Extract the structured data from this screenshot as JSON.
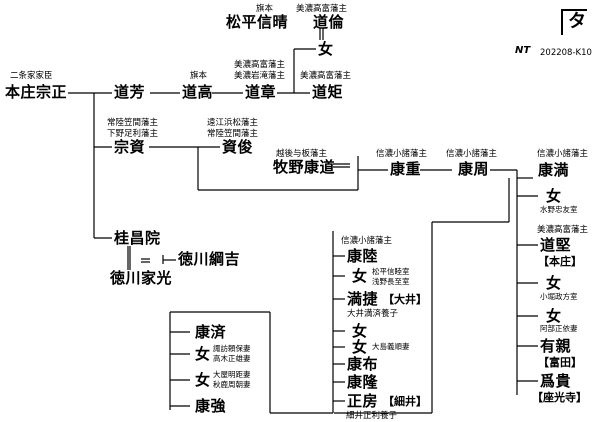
{
  "header": {
    "logo_glyph": "タ",
    "signature": "NT",
    "code": "202208-K10"
  },
  "nodes": {
    "honjo_munemasa": {
      "note": "二条家家臣",
      "name": "本庄宗正"
    },
    "michiyoshi": {
      "name": "道芳"
    },
    "michitaka": {
      "note": "旗本",
      "name": "道高"
    },
    "michiaki": {
      "note1": "美濃高富藩主",
      "note2": "美濃岩滝藩主",
      "name": "道章"
    },
    "michisada": {
      "note": "美濃高富藩主",
      "name": "道矩"
    },
    "matsudaira_nobuharu": {
      "note": "旗本",
      "name": "松平信晴"
    },
    "michitsune": {
      "note": "美濃高富藩主",
      "name": "道倫"
    },
    "onna_top": {
      "name": "女"
    },
    "munesuke": {
      "note1": "常陸笠間藩主",
      "note2": "下野足利藩主",
      "name": "宗資"
    },
    "suketoshi": {
      "note1": "遠江浜松藩主",
      "note2": "常陸笠間藩主",
      "name": "資俊"
    },
    "makino_yasumichi": {
      "note": "越後与板藩主",
      "name": "牧野康道"
    },
    "yasushige": {
      "note": "信濃小諸藩主",
      "name": "康重"
    },
    "yasuchika": {
      "note": "信濃小諸藩主",
      "name": "康周"
    },
    "yasumitsu": {
      "note": "信濃小諸藩主",
      "name": "康満"
    },
    "keishoin": {
      "name": "桂昌院"
    },
    "tokugawa_tsunayoshi": {
      "name": "徳川綱吉"
    },
    "tokugawa_iemitsu": {
      "name": "徳川家光"
    }
  },
  "col_a": {
    "yasutaka": {
      "note": "信濃小諸藩主",
      "name": "康陸"
    },
    "onna1": {
      "name": "女",
      "note1": "松平信睦室",
      "note2": "浅野長至室"
    },
    "mitsutoshi": {
      "name": "満捷",
      "bracket": "【大井】",
      "note": "大井満済養子"
    },
    "onna2": {
      "name": "女"
    },
    "onna3": {
      "name": "女",
      "note": "大島義順妻"
    },
    "yasunobu": {
      "name": "康布"
    },
    "yasutaka2": {
      "name": "康隆"
    },
    "masafusa": {
      "name": "正房",
      "bracket": "【細井】",
      "note": "細井正利養子"
    }
  },
  "col_b": {
    "yasunari": {
      "name": "康済"
    },
    "onna_b1": {
      "name": "女",
      "note1": "諏訪頼保妻",
      "note2": "高木正雄妻"
    },
    "onna_b2": {
      "name": "女",
      "note1": "大屋明距妻",
      "note2": "秋鹿周朝妻"
    },
    "yasutsuyo": {
      "name": "康強"
    }
  },
  "col_c": {
    "onna_c1": {
      "name": "女",
      "note": "水野忠友室"
    },
    "michikata": {
      "note": "美濃高富藩主",
      "name": "道堅",
      "bracket": "【本庄】"
    },
    "onna_c2": {
      "name": "女",
      "note": "小堀政方室"
    },
    "onna_c3": {
      "name": "女",
      "note": "阿部正依妻"
    },
    "arichika": {
      "name": "有親",
      "bracket": "【富田】"
    },
    "tametaka": {
      "name": "爲貴",
      "bracket": "【座光寺】"
    }
  }
}
